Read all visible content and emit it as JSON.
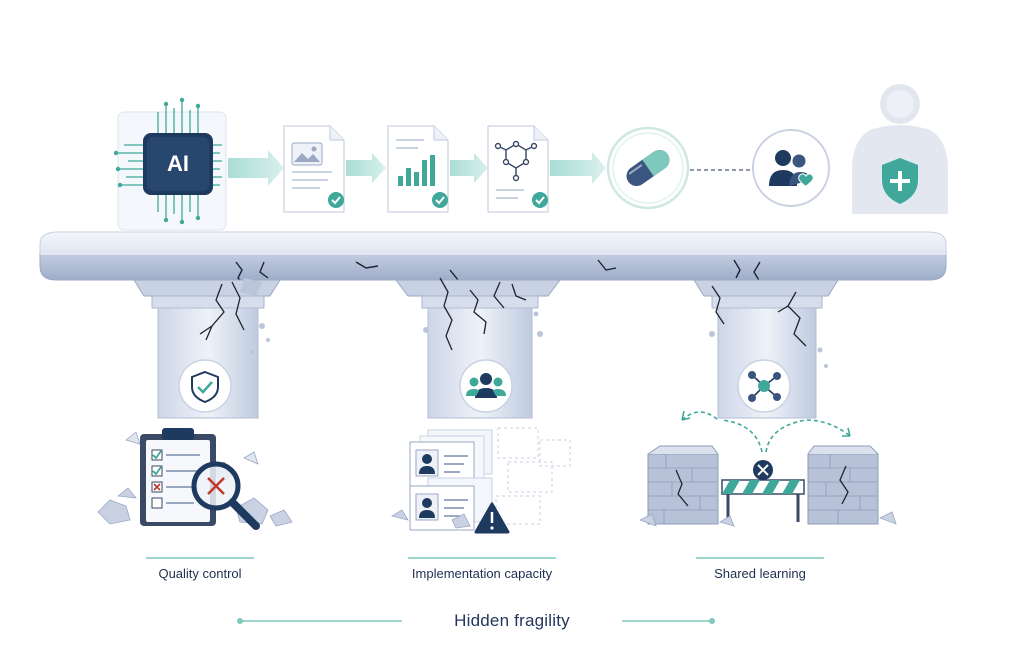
{
  "diagram": {
    "chip_label": "AI",
    "pillars": [
      {
        "label": "Quality control"
      },
      {
        "label": "Implementation capacity"
      },
      {
        "label": "Shared learning"
      }
    ],
    "title": "Hidden fragility"
  },
  "colors": {
    "navy": "#1f3a5f",
    "teal": "#3fa89a",
    "stone": "#c9d2e3",
    "stone_dark": "#9aa8c4",
    "crack": "#1d2430",
    "warning_red": "#c0392b"
  },
  "icons": [
    "ai-chip-icon",
    "image-document-icon",
    "chart-document-icon",
    "molecule-document-icon",
    "capsule-icon",
    "people-heart-icon",
    "person-shield-icon",
    "shield-check-icon",
    "people-group-icon",
    "network-nodes-icon",
    "clipboard-checklist-icon",
    "magnifier-x-icon",
    "profile-cards-icon",
    "warning-triangle-icon",
    "broken-wall-barrier-icon"
  ]
}
